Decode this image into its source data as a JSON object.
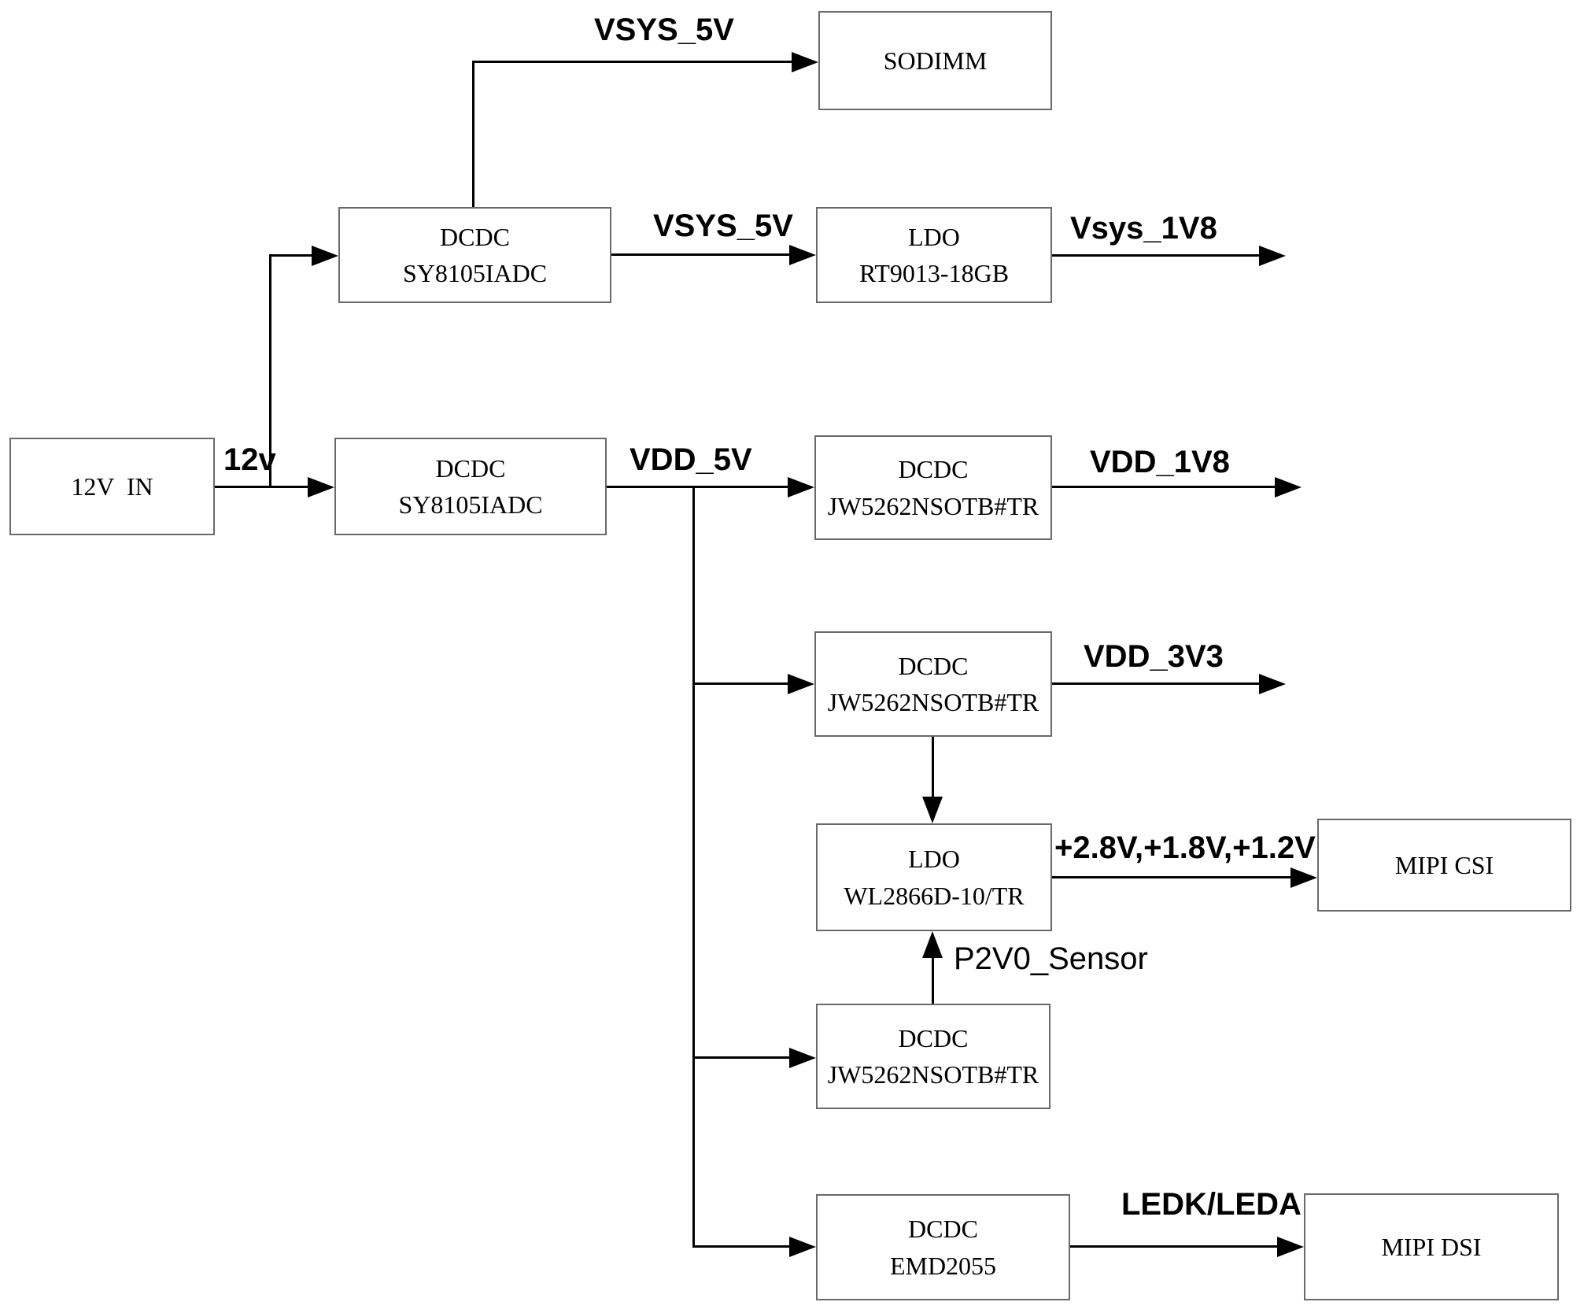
{
  "diagram": {
    "title": "power-tree-block-diagram",
    "colors": {
      "line": "#000000",
      "box_border": "#6a6a6a",
      "background": "#ffffff",
      "text": "#000000"
    },
    "blocks": {
      "sodimm": {
        "line1": "SODIMM"
      },
      "dcdc_top": {
        "line1": "DCDC",
        "line2": "SY8105IADC"
      },
      "ldo_rt": {
        "line1": "LDO",
        "line2": "RT9013-18GB"
      },
      "in12v": {
        "line1": "12V  IN"
      },
      "dcdc_mid": {
        "line1": "DCDC",
        "line2": "SY8105IADC"
      },
      "jw1": {
        "line1": "DCDC",
        "line2": "JW5262NSOTB#TR"
      },
      "jw2": {
        "line1": "DCDC",
        "line2": "JW5262NSOTB#TR"
      },
      "ldo_wl": {
        "line1": "LDO",
        "line2": "WL2866D-10/TR"
      },
      "mipi_csi": {
        "line1": "MIPI CSI"
      },
      "jw3": {
        "line1": "DCDC",
        "line2": "JW5262NSOTB#TR"
      },
      "emd": {
        "line1": "DCDC",
        "line2": "EMD2055"
      },
      "mipi_dsi": {
        "line1": "MIPI DSI"
      }
    },
    "nets": {
      "vsys5v_top": "VSYS_5V",
      "vsys5v_mid": "VSYS_5V",
      "vsys_1v8": "Vsys_1V8",
      "v12": "12v",
      "vdd_5v": "VDD_5V",
      "vdd_1v8": "VDD_1V8",
      "vdd_3v3": "VDD_3V3",
      "csi_rails": "+2.8V,+1.8V,+1.2V",
      "p2v0": "P2V0_Sensor",
      "ledk_leda": "LEDK/LEDA"
    }
  }
}
